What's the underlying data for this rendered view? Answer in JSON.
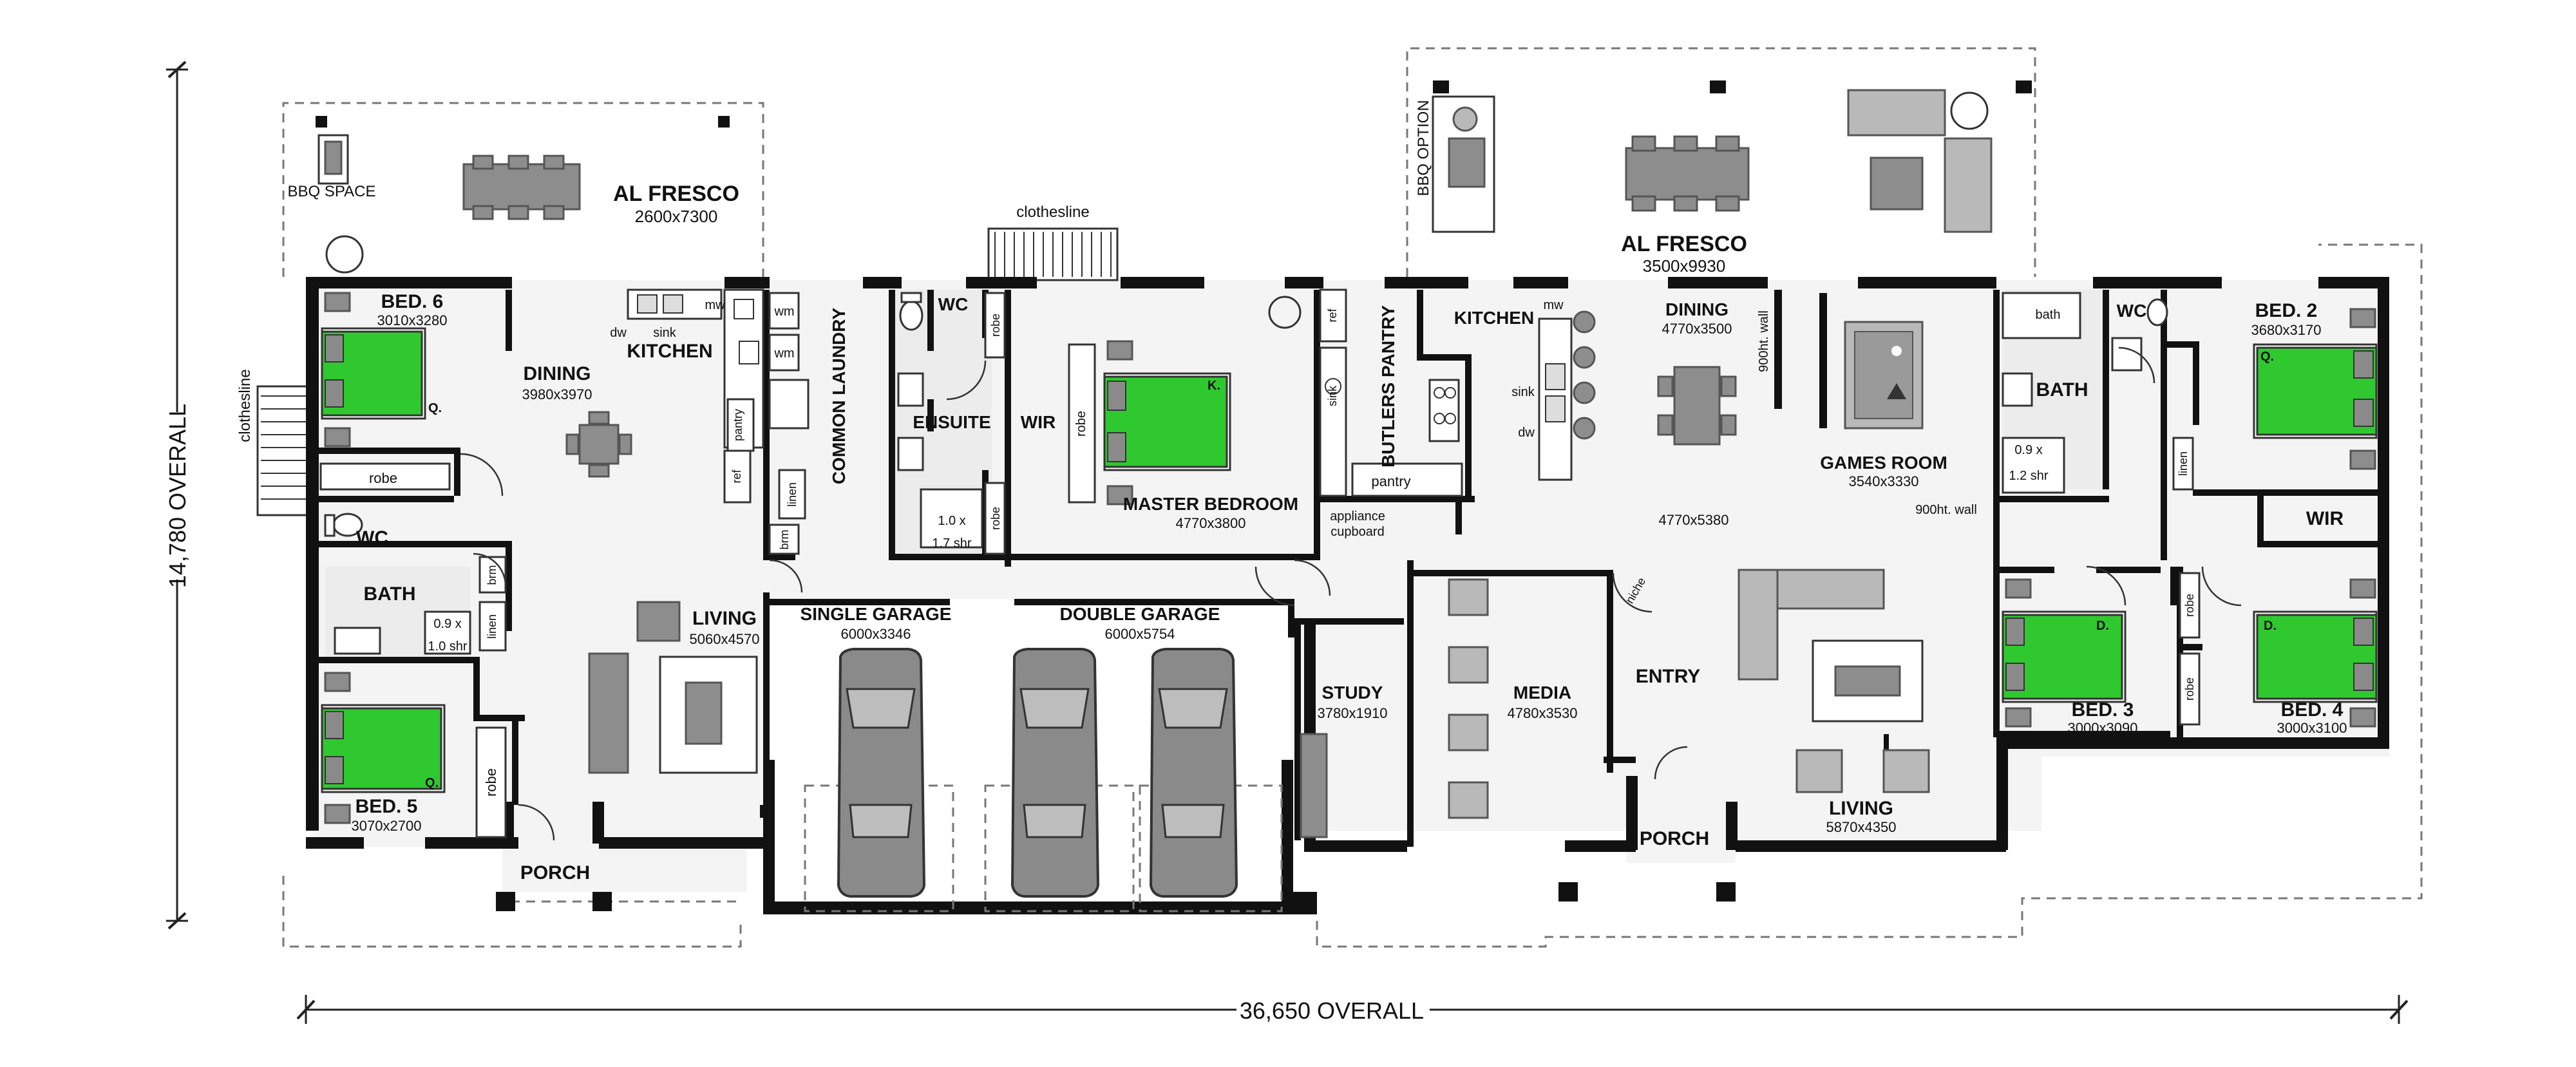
{
  "plan": {
    "overall_width": "36,650 OVERALL",
    "overall_depth": "14,780 OVERALL",
    "rooms": {
      "alfresco_left": {
        "name": "AL FRESCO",
        "size": "2600x7300"
      },
      "bbq_space": "BBQ SPACE",
      "clothesline_left": "clothesline",
      "clothesline_mid": "clothesline",
      "bed6": {
        "name": "BED. 6",
        "size": "3010x3280"
      },
      "dining_left": {
        "name": "DINING",
        "size": "3980x3970"
      },
      "kitchen_left": "KITCHEN",
      "common_laundry": "COMMON LAUNDRY",
      "wc_ensuite": "WC",
      "ensuite": "ENSUITE",
      "wir_master": "WIR",
      "master_bedroom": {
        "name": "MASTER BEDROOM",
        "size": "4770x3800"
      },
      "butlers_pantry": "BUTLERS PANTRY",
      "kitchen_right": "KITCHEN",
      "dining_right": {
        "name": "DINING",
        "size": "4770x3500"
      },
      "alfresco_right": {
        "name": "AL FRESCO",
        "size": "3500x9930"
      },
      "bbq_option": "BBQ OPTION",
      "games_room": {
        "name": "GAMES ROOM",
        "size": "3540x3330"
      },
      "bath_right": "BATH",
      "wc_right": "WC",
      "bed2": {
        "name": "BED. 2",
        "size": "3680x3170"
      },
      "wir_right": "WIR",
      "wc_left": "WC",
      "bath_left": "BATH",
      "living_left": {
        "name": "LIVING",
        "size": "5060x4570"
      },
      "bed5": {
        "name": "BED. 5",
        "size": "3070x2700"
      },
      "porch_left": "PORCH",
      "single_garage": {
        "name": "SINGLE GARAGE",
        "size": "6000x3346"
      },
      "double_garage": {
        "name": "DOUBLE GARAGE",
        "size": "6000x5754"
      },
      "study": {
        "name": "STUDY",
        "size": "3780x1910"
      },
      "media": {
        "name": "MEDIA",
        "size": "4780x3530"
      },
      "entry": "ENTRY",
      "hall_size": "4770x5380",
      "porch_right": "PORCH",
      "living_right": {
        "name": "LIVING",
        "size": "5870x4350"
      },
      "bed3": {
        "name": "BED. 3",
        "size": "3000x3090"
      },
      "bed4": {
        "name": "BED. 4",
        "size": "3000x3100"
      }
    },
    "small_labels": {
      "robe": "robe",
      "linen": "linen",
      "pantry": "pantry",
      "ref": "ref",
      "wm": "wm",
      "mw": "mw",
      "dw": "dw",
      "sink": "sink",
      "bath": "bath",
      "brm": "brm",
      "niche": "niche",
      "appliance": "appliance",
      "cupboard": "cupboard",
      "wall_900_a": "900ht. wall",
      "wall_900_b": "900ht. wall",
      "shr_ensuite_a": "1.0 x",
      "shr_ensuite_b": "1.7 shr",
      "shr_bath_left_a": "0.9 x",
      "shr_bath_left_b": "1.0 shr",
      "shr_bath_right_a": "0.9 x",
      "shr_bath_right_b": "1.2 shr",
      "bed_q": "Q.",
      "bed_k": "K.",
      "bed_d": "D."
    }
  }
}
